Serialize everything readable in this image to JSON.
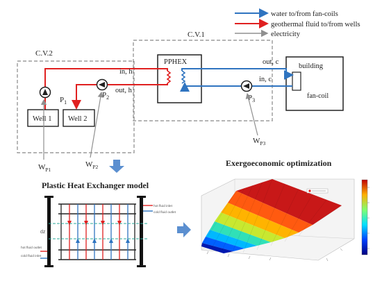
{
  "legend": {
    "water": "water to/from fan-coils",
    "geothermal": "geothermal fluid to/from wells",
    "electricity": "electricity"
  },
  "top": {
    "cv1": "C.V.1",
    "cv2": "C.V.2",
    "pphex": "PPHEX",
    "building": "building",
    "fancoil": "fan-coil",
    "in_h": "in, h",
    "out_h": "out, h",
    "out_c": "out, c",
    "in_c": "in, c",
    "p1": "P",
    "p1_sub": "1",
    "p2": "P",
    "p2_sub": "2",
    "p3": "P",
    "p3_sub": "3",
    "well1": "Well 1",
    "well2": "Well 2",
    "wp1": "W",
    "wp1_sub": "P1",
    "wp2": "W",
    "wp2_sub": "P2",
    "wp3": "W",
    "wp3_sub": "P3"
  },
  "phex": {
    "title": "Plastic Heat Exchanger model",
    "hot_inlet": "hot fluid inlet",
    "cold_outlet": "cold fluid outlet",
    "hot_outlet": "hot fluid outlet",
    "cold_inlet": "cold fluid inlet",
    "dz": "dz"
  },
  "opt": {
    "title": "Exergoeconomic optimization"
  },
  "colors": {
    "water": "#2f74c0",
    "geothermal": "#e02020",
    "electricity": "#909090",
    "box": "#222222",
    "dash": "#888888",
    "arrow": "#5b8fd0",
    "dz_line": "#2aa89a"
  }
}
